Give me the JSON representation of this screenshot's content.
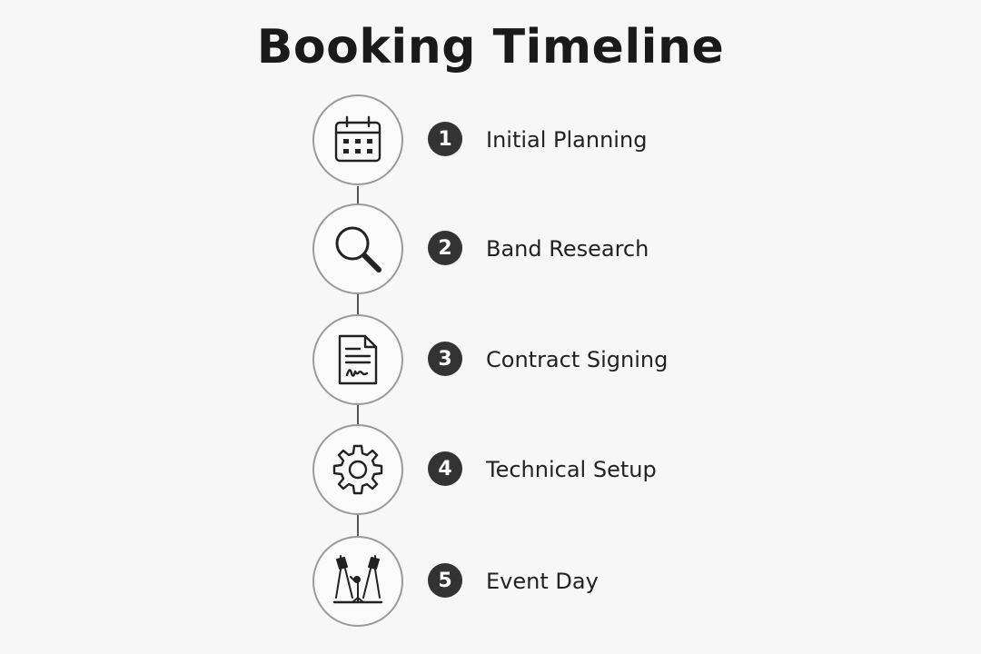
{
  "title": "Booking Timeline",
  "steps": [
    {
      "number": "1",
      "label": "Initial Planning",
      "icon": "calendar-icon"
    },
    {
      "number": "2",
      "label": "Band Research",
      "icon": "magnifier-icon"
    },
    {
      "number": "3",
      "label": "Contract Signing",
      "icon": "contract-icon"
    },
    {
      "number": "4",
      "label": "Technical Setup",
      "icon": "gear-icon"
    },
    {
      "number": "5",
      "label": "Event Day",
      "icon": "stage-lights-icon"
    }
  ]
}
